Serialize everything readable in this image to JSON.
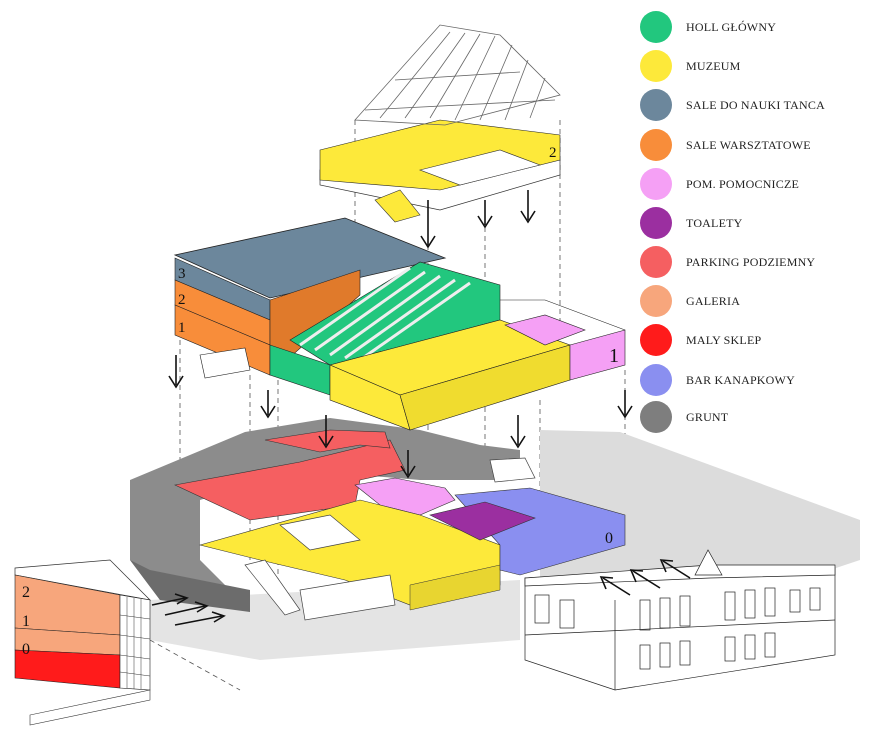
{
  "legend": [
    {
      "label": "HOLL GŁÓWNY",
      "color": "#22c77e"
    },
    {
      "label": "MUZEUM",
      "color": "#fde93a"
    },
    {
      "label": "SALE DO NAUKI TANCA",
      "color": "#6c879c"
    },
    {
      "label": "SALE WARSZTATOWE",
      "color": "#f88d3a"
    },
    {
      "label": "POM. POMOCNICZE",
      "color": "#f5a0f5"
    },
    {
      "label": "TOALETY",
      "color": "#9b2fa0"
    },
    {
      "label": "PARKING PODZIEMNY",
      "color": "#f55f61"
    },
    {
      "label": "GALERIA",
      "color": "#f7a67c"
    },
    {
      "label": "MALY SKLEP",
      "color": "#ff1b1b"
    },
    {
      "label": "BAR  KANAPKOWY",
      "color": "#8a8ff0"
    },
    {
      "label": "GRUNT",
      "color": "#7e7e7e"
    }
  ],
  "floor_labels": {
    "roof_level": "2",
    "main_level_3": "3",
    "main_level_2": "2",
    "main_level_1": "1",
    "main_level_1_right": "1",
    "ground_level_0": "0",
    "gallery_2": "2",
    "gallery_1": "1",
    "gallery_0": "0"
  }
}
